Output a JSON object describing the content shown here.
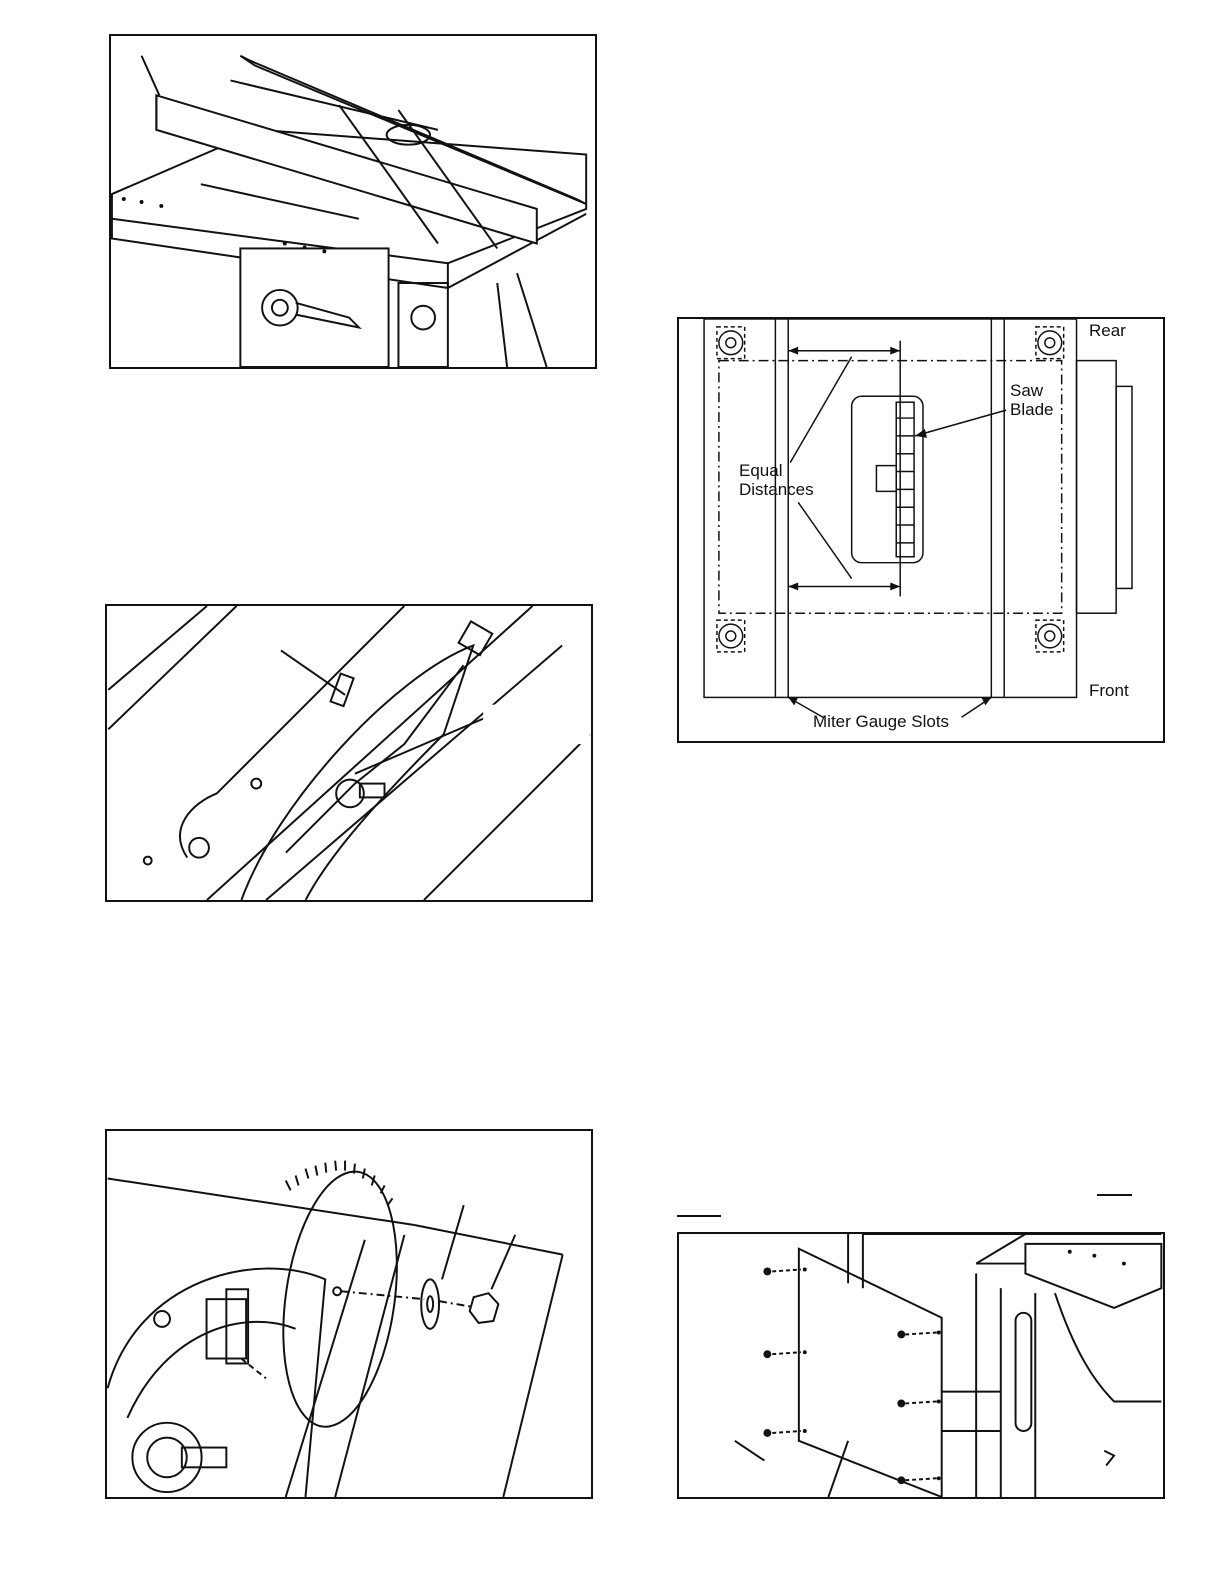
{
  "figures": [
    {
      "id": "fig-fence",
      "content": "table-saw-top-with-rip-fence"
    },
    {
      "id": "fig-blade-guard",
      "content": "blade-and-riving-knife-closeup"
    },
    {
      "id": "fig-blade-install",
      "content": "blade-flange-and-nut-exploded"
    },
    {
      "id": "fig-alignment",
      "content": "blade-to-miter-slot-alignment-diagram"
    },
    {
      "id": "fig-cover",
      "content": "side-panel-cover-and-screws"
    }
  ],
  "alignment_diagram": {
    "rear_label": "Rear",
    "front_label": "Front",
    "saw_blade_label_line1": "Saw",
    "saw_blade_label_line2": "Blade",
    "equal_distances_line1": "Equal",
    "equal_distances_line2": "Distances",
    "miter_slots_label": "Miter Gauge Slots"
  },
  "colors": {
    "ink": "#111111",
    "paper": "#ffffff"
  }
}
